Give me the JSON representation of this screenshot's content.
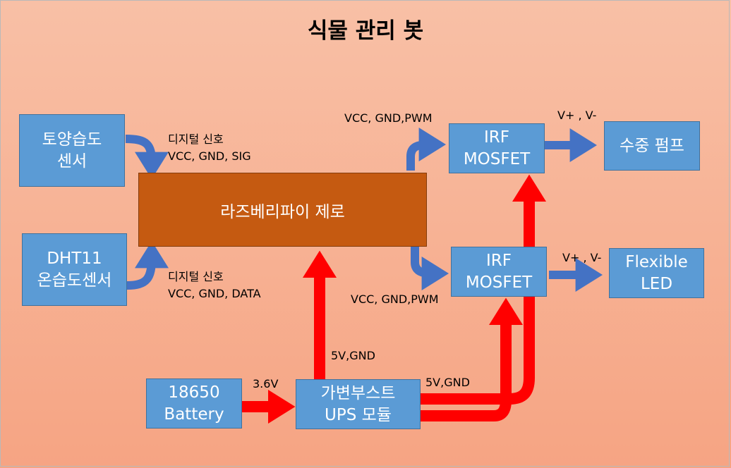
{
  "title": "식물 관리 봇",
  "nodes": {
    "soil_sensor": [
      "토양습도",
      "센서"
    ],
    "dht11": [
      "DHT11",
      "온습도센서"
    ],
    "raspberry_pi": "라즈베리파이 제로",
    "mosfet_top": [
      "IRF",
      "MOSFET"
    ],
    "mosfet_bottom": [
      "IRF",
      "MOSFET"
    ],
    "pump": "수중 펌프",
    "led": [
      "Flexible",
      "LED"
    ],
    "battery": [
      "18650",
      "Battery"
    ],
    "ups": [
      "가변부스트",
      "UPS 모듈"
    ]
  },
  "labels": {
    "soil_signal": [
      "디지털 신호",
      "VCC, GND, SIG"
    ],
    "dht_signal": [
      "디지털 신호",
      "VCC, GND, DATA"
    ],
    "pwm_top": "VCC, GND,PWM",
    "pwm_bottom": "VCC, GND,PWM",
    "pump_power": "V+ , V-",
    "led_power": "V+ , V-",
    "battery_voltage": "3.6V",
    "pi_power": "5V,GND",
    "mosfet_power": "5V,GND"
  },
  "colors": {
    "signal_arrow": "#4472c4",
    "power_arrow": "#ff0000",
    "node_fill": "#5b9bd5",
    "controller_fill": "#c55a11"
  }
}
